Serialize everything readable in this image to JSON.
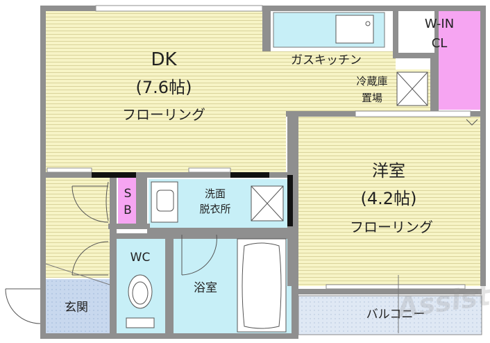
{
  "colors": {
    "wall": "#8f8f8f",
    "wall_dark": "#111111",
    "floor_wood": "#f7f4c6",
    "floor_wood_line": "#d9d39b",
    "closet": "#f6a5f2",
    "wet_area": "#c7eff7",
    "entrance": "#c8d8ee",
    "balcony": "#dfe8f4",
    "white": "#ffffff",
    "label": "#222222"
  },
  "rooms": {
    "dk": {
      "name": "DK",
      "size": "(7.6帖)",
      "floor": "フローリング"
    },
    "western": {
      "name": "洋室",
      "size": "(4.2帖)",
      "floor": "フローリング"
    },
    "walk_in_closet": {
      "line1": "W-IN",
      "line2": "CL"
    },
    "kitchen": "ガスキッチン",
    "fridge": {
      "line1": "冷蔵庫",
      "line2": "置場"
    },
    "storage": {
      "line1": "S",
      "line2": "B"
    },
    "washroom": {
      "line1": "洗面",
      "line2": "脱衣所"
    },
    "toilet": "WC",
    "bath": "浴室",
    "entrance": "玄関",
    "balcony": "バルコニー"
  },
  "watermark": "Assist"
}
